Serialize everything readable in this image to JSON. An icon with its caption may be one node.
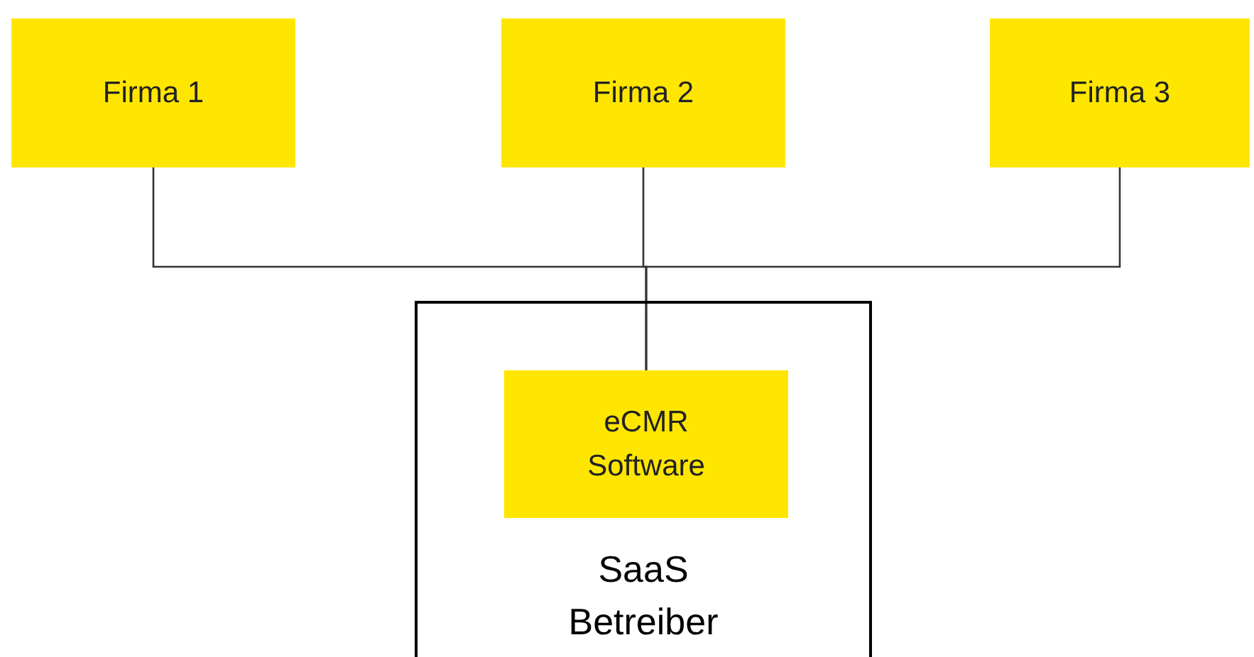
{
  "diagram": {
    "nodes": [
      {
        "text": [
          "Firma 1"
        ]
      },
      {
        "text": [
          "Firma 2"
        ]
      },
      {
        "text": [
          "Firma 3"
        ]
      },
      {
        "text": [
          "SaaS Betreiber"
        ]
      },
      {
        "text": [
          "eCMR Software"
        ],
        "in": 3
      }
    ],
    "edges": [
      {
        "from": 0,
        "to": 4,
        "arrow": "none"
      },
      {
        "from": 1,
        "to": 4,
        "arrow": "none"
      },
      {
        "from": 2,
        "to": 4,
        "arrow": "none"
      }
    ]
  }
}
